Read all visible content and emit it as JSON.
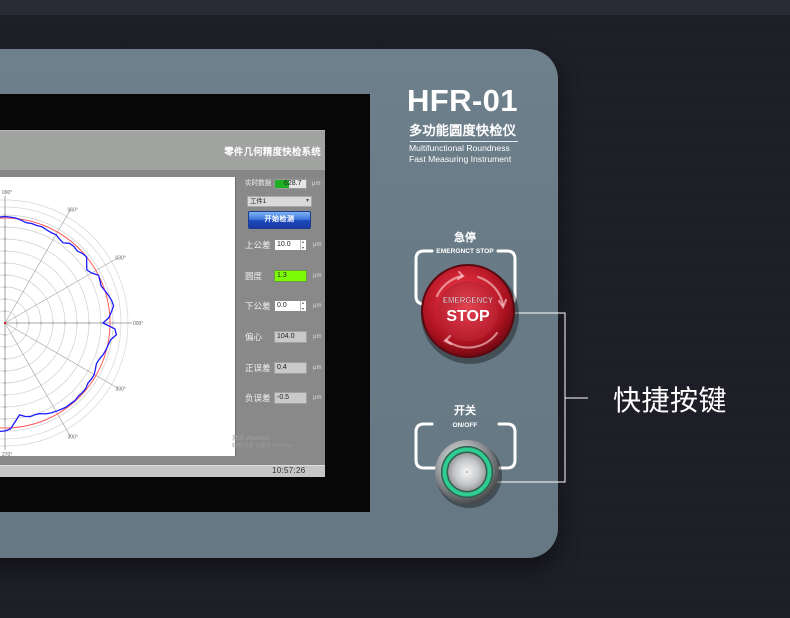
{
  "device": {
    "model": "HFR-01",
    "name_cn": "多功能圆度快检仪",
    "name_en_line1": "Multifunctional Roundness",
    "name_en_line2": "Fast Measuring Instrument"
  },
  "screen": {
    "title": "零件几何精度快检系统",
    "realtime": {
      "label": "实时数据",
      "value": "628.7",
      "unit": "μm"
    },
    "workpiece_select": {
      "value": "工件1",
      "chevron_icon": "▾"
    },
    "start_button": {
      "label": "开始检测"
    },
    "fields": [
      {
        "label": "上公差",
        "value": "10.0",
        "unit": "μm",
        "style": "spinner"
      },
      {
        "label": "圆度",
        "value": "1.3",
        "unit": "μm",
        "style": "highlight"
      },
      {
        "label": "下公差",
        "value": "0.0",
        "unit": "μm",
        "style": "spinner"
      },
      {
        "label": "偏心",
        "value": "104.0",
        "unit": "μm",
        "style": "readonly"
      },
      {
        "label": "正误差",
        "value": "0.4",
        "unit": "μm",
        "style": "readonly"
      },
      {
        "label": "负误差",
        "value": "-0.5",
        "unit": "μm",
        "style": "readonly"
      }
    ],
    "watermark": {
      "line1": "激活 Windows",
      "line2": "转到“设置”以激活 Windows。"
    },
    "status_time": "10:57:26",
    "polar_plot": {
      "type": "polar-line",
      "angle_labels": [
        {
          "deg": 0,
          "text": "000°"
        },
        {
          "deg": 30,
          "text": "030°"
        },
        {
          "deg": 60,
          "text": "060°"
        },
        {
          "deg": 90,
          "text": "090°"
        },
        {
          "deg": 270,
          "text": "270°"
        },
        {
          "deg": 300,
          "text": "300°"
        },
        {
          "deg": 330,
          "text": "330°"
        }
      ],
      "grid_rings": [
        12,
        24,
        36,
        48,
        60,
        72,
        84,
        96,
        108,
        116,
        123
      ],
      "spokes_deg": [
        0,
        30,
        60,
        90,
        270,
        300,
        330
      ],
      "reference_radius": 105,
      "reference_color": "#ff5a5a",
      "profile_color": "#1a1aff",
      "profile": {
        "angles_deg": [
          96,
          93,
          90,
          87,
          84,
          81,
          78,
          75,
          72,
          69,
          66,
          63,
          60,
          57,
          54,
          51,
          48,
          45,
          42,
          39,
          36,
          33,
          30,
          27,
          24,
          21,
          18,
          15,
          12,
          9,
          6,
          3,
          0,
          -3,
          -6,
          -9,
          -12,
          -15,
          -18,
          -21,
          -24,
          -27,
          -30,
          -33,
          -36,
          -39,
          -42,
          -45,
          -48,
          -51,
          -54,
          -57,
          -60,
          -63,
          -66,
          -69,
          -72,
          -75,
          -78,
          -81,
          -84,
          -87,
          -90,
          -93,
          -96
        ],
        "radii": [
          106,
          106,
          106.5,
          106,
          105.5,
          104,
          102.5,
          103,
          102.5,
          103,
          102,
          101.5,
          102,
          100,
          99,
          102.5,
          103,
          102,
          104,
          105,
          101,
          97.5,
          100,
          105,
          104,
          103,
          105,
          107,
          109,
          110,
          107,
          104,
          98,
          110,
          112,
          107,
          105.5,
          104.5,
          103,
          101,
          100,
          101.5,
          103,
          103,
          102.5,
          104,
          104,
          103.5,
          104.5,
          104,
          104,
          103,
          102,
          101,
          99.5,
          97,
          96.5,
          97,
          95.5,
          93,
          99,
          106,
          108,
          108.5,
          108
        ]
      }
    }
  },
  "buttons": {
    "emergency": {
      "label_cn": "急停",
      "label_en": "EMERGNCT STOP",
      "cap_top": "EMERGENCY",
      "cap_main": "STOP"
    },
    "power": {
      "label_cn": "开关",
      "label_en": "ON/OFF"
    }
  },
  "callout": {
    "label": "快捷按键"
  },
  "colors": {
    "panel": "#697b86",
    "background": "#1e1f27",
    "emergency_red": "#c81e30",
    "power_ring_green": "#3bd39a",
    "realtime_green": "#1faf24",
    "roundness_highlight": "#7dfa05",
    "start_button_blue": "#2a5ad0"
  }
}
